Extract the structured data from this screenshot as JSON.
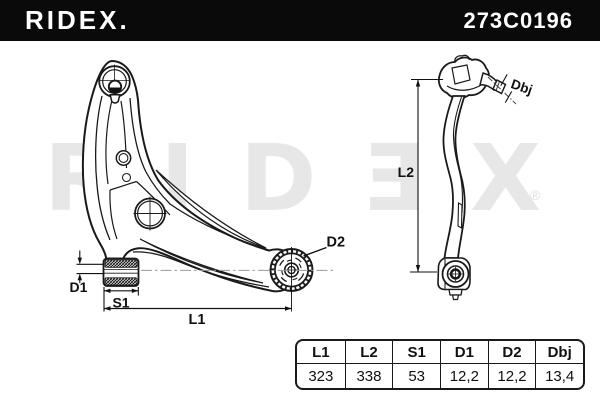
{
  "header": {
    "brand": "RIDEX.",
    "part_number": "273C0196",
    "bg_color": "#0a0a0a",
    "text_color": "#ffffff"
  },
  "watermark": {
    "letters": [
      "R",
      "I",
      "D",
      "Ǝ",
      "X"
    ],
    "registered": "®",
    "color": "#e7e7e7"
  },
  "diagram": {
    "line_color": "#1a1a1a",
    "labels": {
      "d1": "D1",
      "s1": "S1",
      "l1": "L1",
      "l2": "L2",
      "d2": "D2",
      "dbj": "Dbj"
    }
  },
  "table": {
    "headers": [
      "L1",
      "L2",
      "S1",
      "D1",
      "D2",
      "Dbj"
    ],
    "values": [
      "323",
      "338",
      "53",
      "12,2",
      "12,2",
      "13,4"
    ]
  }
}
